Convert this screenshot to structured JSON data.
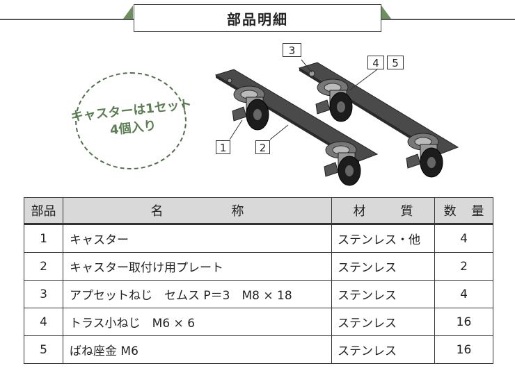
{
  "header": {
    "title": "部品明細"
  },
  "badge": {
    "line1": "キャスターは1セット",
    "line2": "4個入り"
  },
  "callouts": {
    "c1": "1",
    "c2": "2",
    "c3": "3",
    "c4": "4",
    "c5": "5"
  },
  "table": {
    "headers": {
      "no": "部品",
      "name": "名　称",
      "material": "材　質",
      "qty": "数 量"
    },
    "rows": [
      {
        "no": "1",
        "name": "キャスター",
        "material": "ステンレス・他",
        "qty": "4"
      },
      {
        "no": "2",
        "name": "キャスター取付け用プレート",
        "material": "ステンレス",
        "qty": "2"
      },
      {
        "no": "3",
        "name": "アプセットねじ　セムス P＝3　M8 × 18",
        "material": "ステンレス",
        "qty": "4"
      },
      {
        "no": "4",
        "name": "トラス小ねじ　M6 × 6",
        "material": "ステンレス",
        "qty": "16"
      },
      {
        "no": "5",
        "name": "ばね座金 M6",
        "material": "ステンレス",
        "qty": "16"
      }
    ]
  },
  "colors": {
    "accent_green": "#5a7d52",
    "header_gray": "#d9d9d9"
  }
}
